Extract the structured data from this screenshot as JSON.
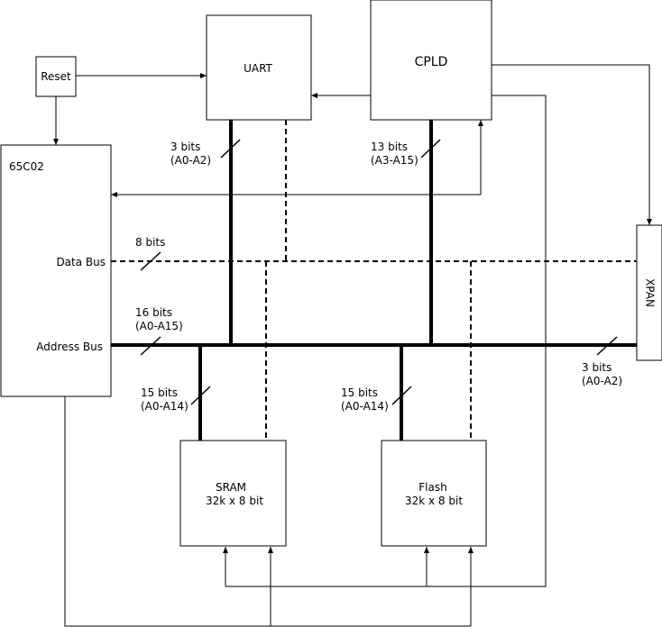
{
  "blocks": {
    "reset": "Reset",
    "uart": "UART",
    "cpld": "CPLD",
    "cpu": "65C02",
    "xpan": "XPAN",
    "sram_name": "SRAM",
    "sram_size": "32k x 8 bit",
    "flash_name": "Flash",
    "flash_size": "32k x 8 bit"
  },
  "ports": {
    "data_bus": "Data Bus",
    "address_bus": "Address Bus"
  },
  "bus_widths": {
    "uart_bits": "3 bits",
    "uart_range": "(A0-A2)",
    "cpld_bits": "13 bits",
    "cpld_range": "(A3-A15)",
    "data_bits": "8 bits",
    "addr_bits": "16 bits",
    "addr_range": "(A0-A15)",
    "sram_bits": "15 bits",
    "sram_range": "(A0-A14)",
    "flash_bits": "15 bits",
    "flash_range": "(A0-A14)",
    "xpan_bits": "3 bits",
    "xpan_range": "(A0-A2)"
  }
}
